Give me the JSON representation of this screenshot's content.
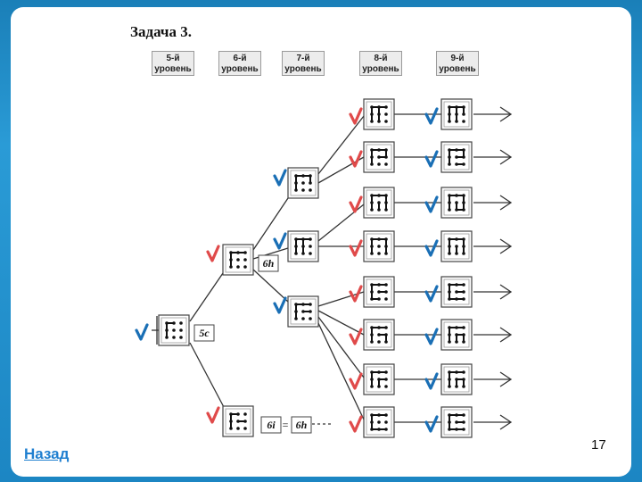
{
  "title": "Задача 3.",
  "levels": [
    {
      "line1": "5-й",
      "line2": "уровень"
    },
    {
      "line1": "6-й",
      "line2": "уровень"
    },
    {
      "line1": "7-й",
      "line2": "уровень"
    },
    {
      "line1": "8-й",
      "line2": "уровень"
    },
    {
      "line1": "9-й",
      "line2": "уровень"
    }
  ],
  "tags": {
    "root": "5c",
    "l6_top": "6h",
    "l6_bottom_left": "6i",
    "l6_bottom_eq": "=",
    "l6_bottom_right": "6h"
  },
  "colors": {
    "check_blue": "#1a6fb5",
    "check_red": "#e04a4a",
    "line": "#333333",
    "node_border": "#444444",
    "slide_bg": "#ffffff",
    "background": "#1a86c6"
  },
  "nav": {
    "back_label": "Назад"
  },
  "page_number": "17"
}
